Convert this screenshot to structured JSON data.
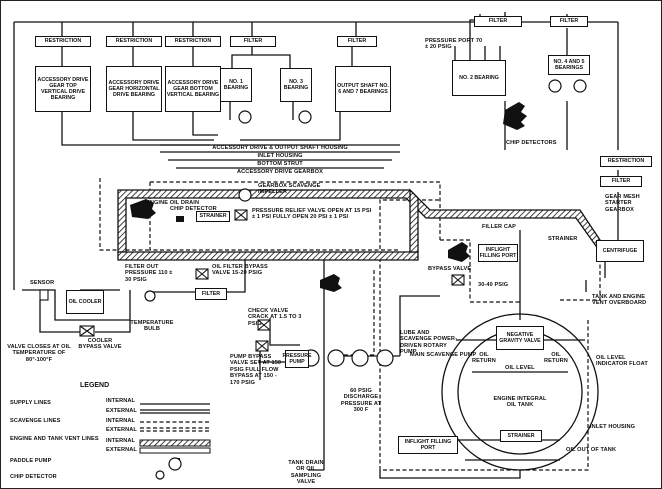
{
  "restrictions": [
    "RESTRICTION",
    "RESTRICTION",
    "RESTRICTION",
    "RESTRICTION"
  ],
  "filters": [
    "FILTER",
    "FILTER",
    "FILTER",
    "FILTER",
    "FILTER"
  ],
  "bearings": {
    "top_vertical": "ACCESSORY DRIVE GEAR TOP VERTICAL DRIVE BEARING",
    "horizontal": "ACCESSORY DRIVE GEAR HORIZONTAL DRIVE BEARING",
    "bottom_vertical": "ACCESSORY DRIVE GEAR BOTTOM VERTICAL BEARING",
    "no1": "NO. 1 BEARING",
    "no3": "NO. 3 BEARING",
    "output_shaft": "OUTPUT SHAFT NO. 6 AND 7 BEARINGS",
    "no2": "NO. 2 BEARING",
    "no4_5": "NO. 4 AND 5 BEARINGS"
  },
  "pressure_port": "PRESSURE PORT 70 ± 20 PSIG",
  "chip_detectors": "CHIP DETECTORS",
  "housing": {
    "accessory": "ACCESSORY DRIVE & OUTPUT SHAFT HOUSING",
    "inlet": "INLET HOUSING",
    "strut": "BOTTOM STRUT",
    "gearbox": "ACCESSORY DRIVE GEARBOX"
  },
  "gearbox_labels": {
    "scavenge": "GEARBOX SCAVENGE IMPELLER",
    "drain": "ENGINE OIL DRAIN",
    "chip": "CHIP DETECTOR",
    "strainer": "STRAINER",
    "relief": "PRESSURE RELIEF VALVE OPEN AT 15 PSI ± 1 PSI FULLY OPEN 20 PSI ± 1 PSI"
  },
  "right_side": {
    "restriction": "RESTRICTION",
    "filter": "FILTER",
    "gear_mesh": "GEAR MESH STARTER GEARBOX",
    "centrifuge": "CENTRIFUGE",
    "vent": "TANK AND ENGINE VENT OVERBOARD",
    "level_float": "OIL LEVEL INDICATOR FLOAT",
    "inlet_housing": "INLET HOUSING",
    "oil_out": "OIL OUT OF TANK"
  },
  "tank": {
    "filler_cap": "FILLER CAP",
    "strainer_top": "STRAINER",
    "inflight_port": "INFLIGHT FILLING PORT",
    "bypass": "BYPASS VALVE",
    "psig": "30-40 PSIG",
    "neg_gravity": "NEGATIVE GRAVITY VALVE",
    "oil_return_l": "OIL RETURN",
    "oil_return_r": "OIL RETURN",
    "oil_level": "OIL LEVEL",
    "integral": "ENGINE INTEGRAL OIL TANK",
    "strainer_bottom": "STRAINER",
    "inflight_bottom": "INFLIGHT FILLING PORT"
  },
  "left_side": {
    "filter_out": "FILTER OUT PRESSURE 110 ± 30 PSIG",
    "bypass_valve": "OIL FILTER BYPASS VALVE 15-20 PSIG",
    "filter": "FILTER",
    "sensor": "SENSOR",
    "oil_cooler": "OIL COOLER",
    "temp_bulb": "TEMPERATURE BULB",
    "cooler_bypass": "COOLER BYPASS VALVE",
    "valve_closes": "VALVE CLOSES AT OIL TEMPERATURE OF 80°-100°F"
  },
  "pump_area": {
    "check_valve": "CHECK VALVE CRACK AT 1.5 TO 3 PSIG",
    "pump_bypass": "PUMP BYPASS VALVE SET AT 150 PSIG FULL FLOW BYPASS AT 150 - 170 PSIG",
    "pressure_pump": "PRESSURE PUMP",
    "lube": "LUBE AND SCAVENGE POWER-DRIVEN ROTARY PUMP",
    "main_scavenge": "MAIN SCAVENGE PUMP",
    "discharge": "60 PSIG DISCHARGE PRESSURE AT 300 F",
    "tank_drain": "TANK DRAIN OR OIL SAMPLING VALVE"
  },
  "legend": {
    "title": "LEGEND",
    "supply": "SUPPLY LINES",
    "scavenge": "SCAVENGE LINES",
    "vent": "ENGINE AND TANK VENT LINES",
    "paddle": "PADDLE PUMP",
    "chip": "CHIP DETECTOR",
    "internal1": "INTERNAL",
    "external1": "EXTERNAL",
    "internal2": "INTERNAL",
    "external2": "EXTERNAL",
    "internal3": "INTERNAL",
    "external3": "EXTERNAL"
  }
}
